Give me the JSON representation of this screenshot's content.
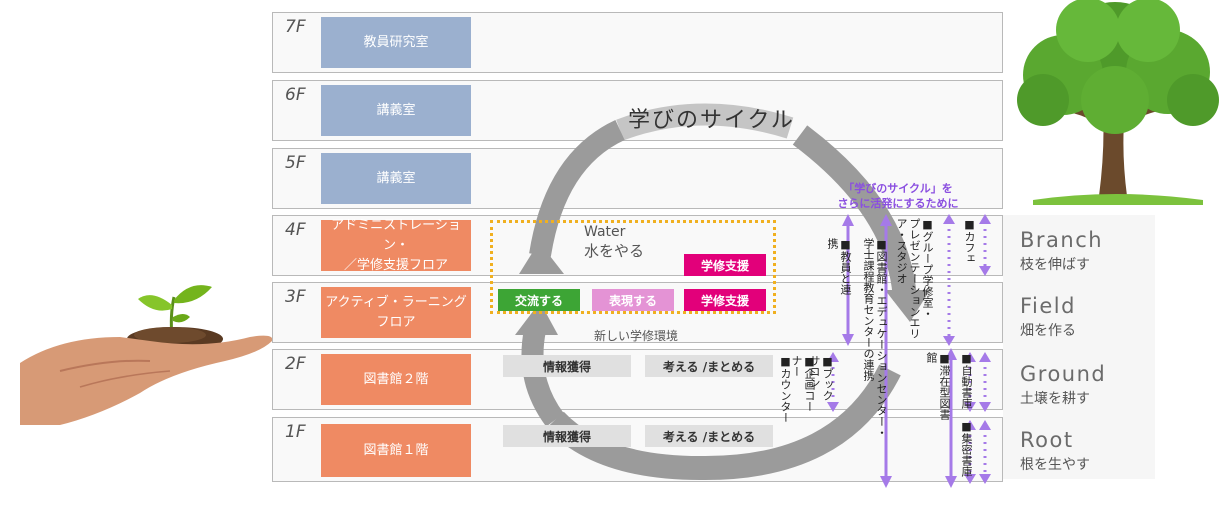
{
  "floors": [
    {
      "label": "7F",
      "room": "教員研究室"
    },
    {
      "label": "6F",
      "room": "講義室"
    },
    {
      "label": "5F",
      "room": "講義室"
    },
    {
      "label": "4F",
      "room": "アドミニストレーション・\n／学修支援フロア"
    },
    {
      "label": "3F",
      "room": "アクティブ・ラーニング\nフロア"
    },
    {
      "label": "2F",
      "room": "図書館２階"
    },
    {
      "label": "1F",
      "room": "図書館１階"
    }
  ],
  "cycle": {
    "title": "学びのサイクル",
    "water_en": "Water",
    "water_jp": "水をやる",
    "new_env": "新しい学修環境"
  },
  "tags": {
    "support_4f": "学修支援",
    "exchange": "交流する",
    "express": "表現する",
    "support_3f": "学修支援",
    "info_2f": "情報獲得",
    "think_2f": "考える /まとめる",
    "info_1f": "情報獲得",
    "think_1f": "考える /まとめる"
  },
  "caption": {
    "line1": "「学びのサイクル」を",
    "line2": "さらに活発にするために"
  },
  "vertical_notes": {
    "book_salon": "■ブック\nサロン",
    "planning": "■企画コー\nナー",
    "counter": "■カウンター",
    "faculty": "■教員と連\n携",
    "library_center": "■図書館・エデュケーションセンター・\n学士課程教育センターの連携",
    "group": "■グループ学修室・\nプレゼンテーションエリ\nア・スタジオ",
    "cafe": "■カフェ",
    "stay_library": "■滞在型図書\n館",
    "auto_stack": "■自動書庫",
    "compact_stack": "■集密書庫"
  },
  "levels": [
    {
      "en": "Branch",
      "jp": "枝を伸ばす"
    },
    {
      "en": "Field",
      "jp": "畑を作る"
    },
    {
      "en": "Ground",
      "jp": "土壌を耕す"
    },
    {
      "en": "Root",
      "jp": "根を生やす"
    }
  ],
  "colors": {
    "blue_room": "#9bb0cf",
    "orange_room": "#ef8a63",
    "purple_arrow": "#a57ae8",
    "green_tag": "#3da535",
    "magenta_tag": "#e2007a",
    "pink_tag": "#e493d5"
  }
}
